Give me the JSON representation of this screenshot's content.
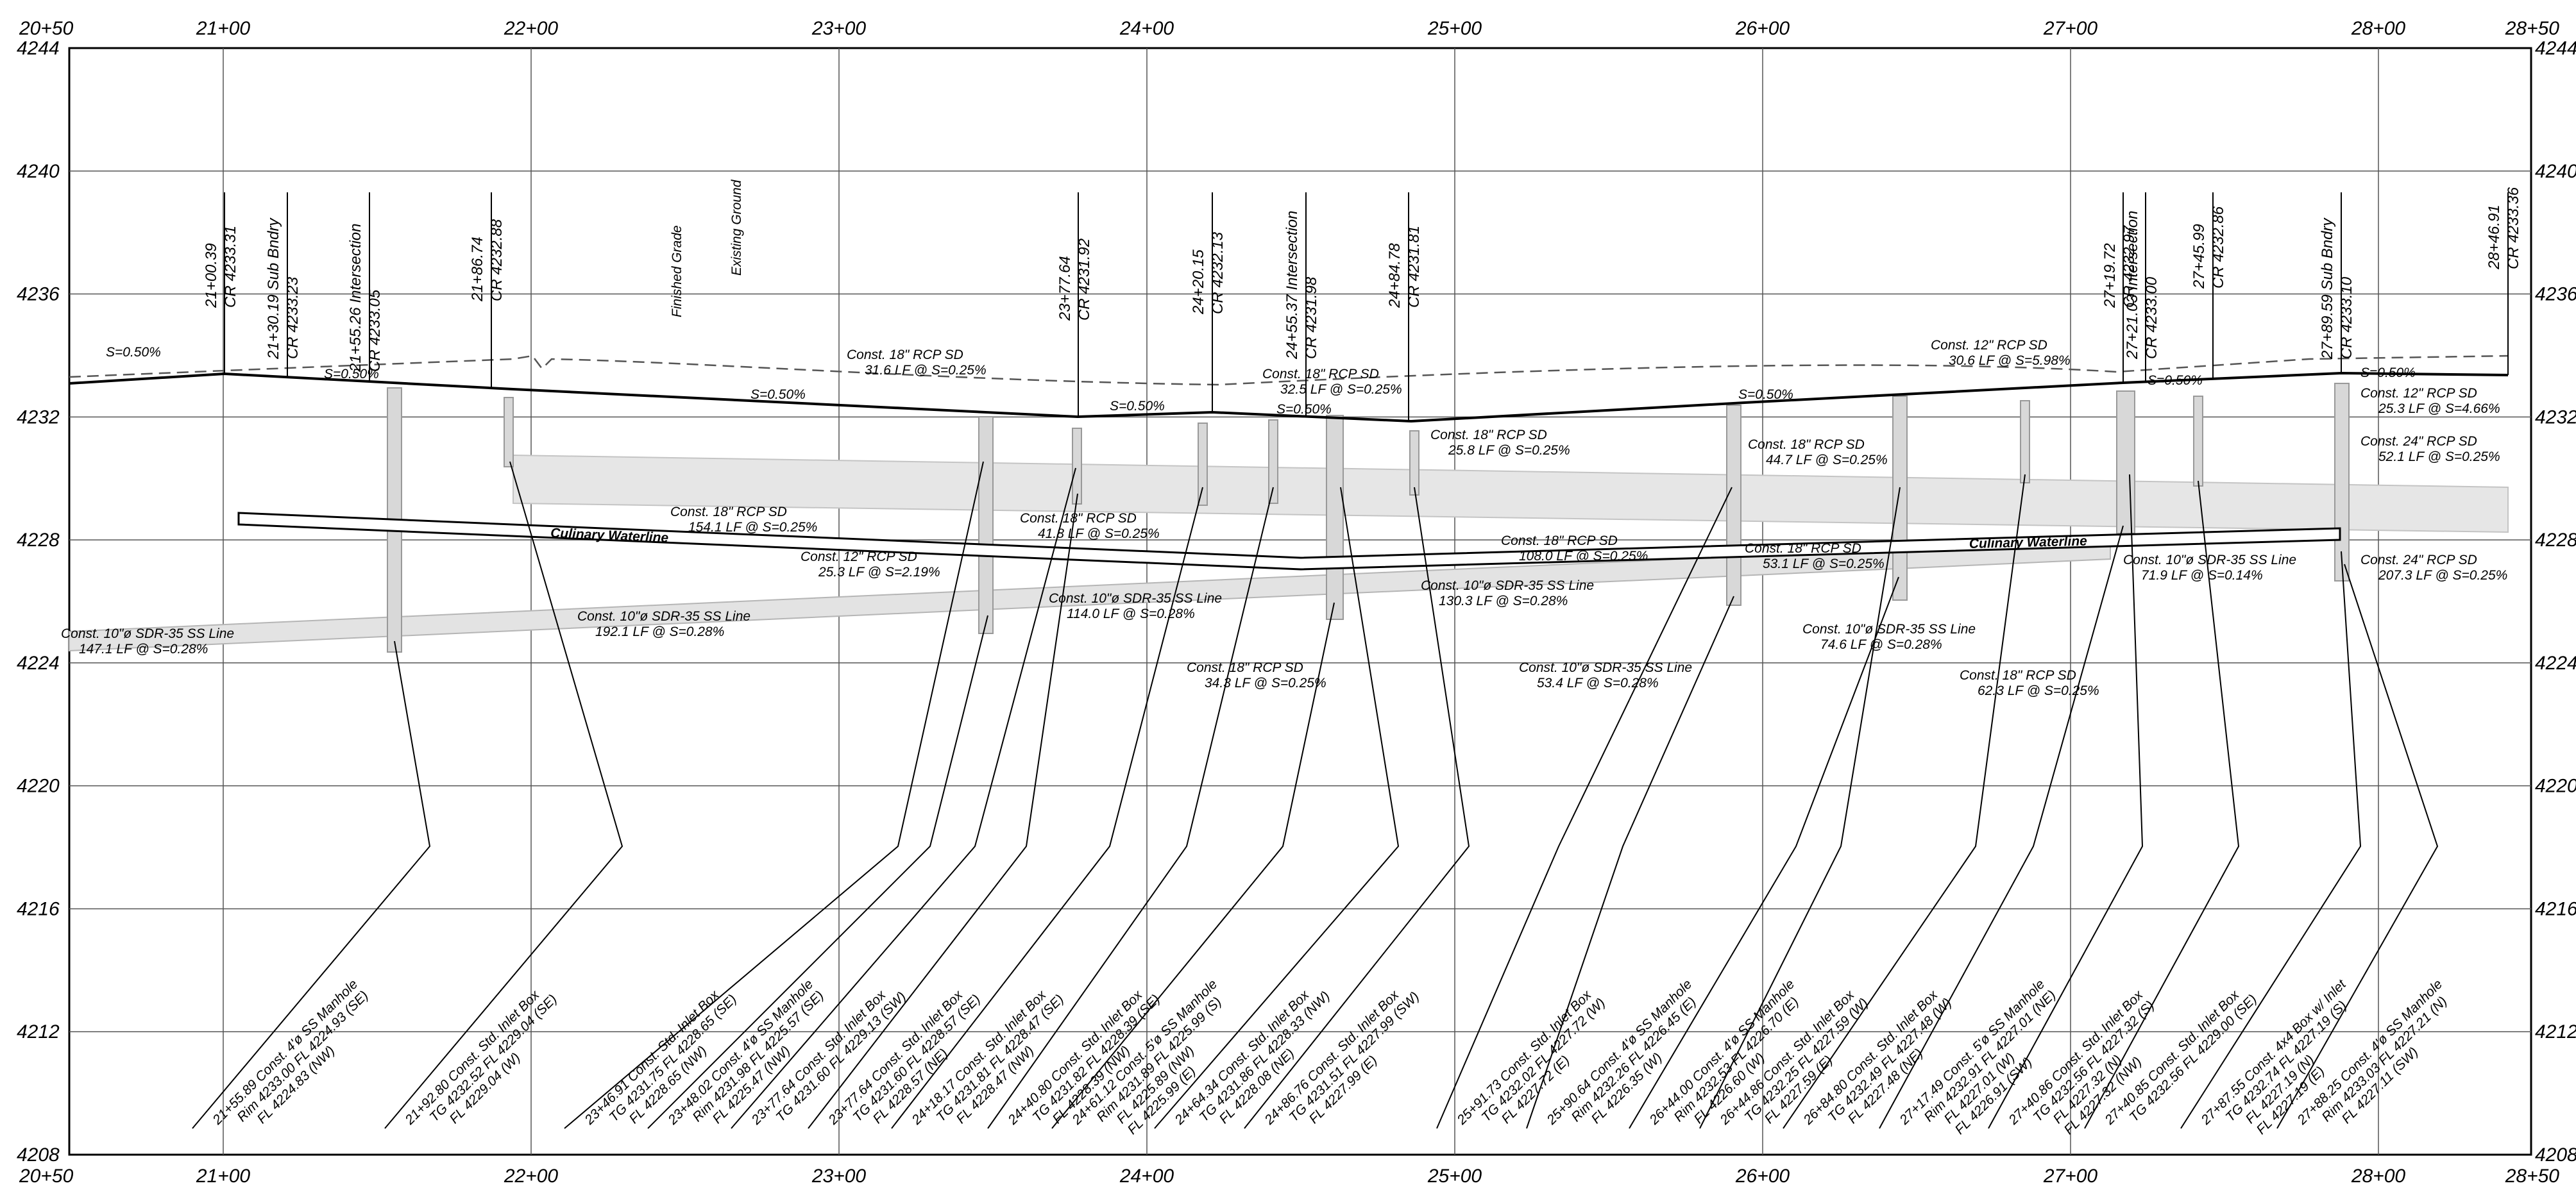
{
  "stations": [
    "20+50",
    "21+00",
    "22+00",
    "23+00",
    "24+00",
    "25+00",
    "26+00",
    "27+00",
    "28+00",
    "28+50"
  ],
  "elevations": [
    "4244",
    "4240",
    "4236",
    "4232",
    "4228",
    "4224",
    "4220",
    "4216",
    "4212",
    "4208"
  ],
  "right_elevations": [
    "4244",
    "4240",
    "4236",
    "4232",
    "4228",
    "4224",
    "4220",
    "4216",
    "4212",
    "4208"
  ],
  "surface_labels": {
    "finished_grade": "Finished Grade",
    "existing_ground": "Existing Ground"
  },
  "slopes": [
    "S=0.50%",
    "S=0.50%",
    "S=0.50%",
    "S=0.50%",
    "S=0.50%",
    "S=0.50%",
    "S=0.50%",
    "S=0.50%"
  ],
  "top_callouts": [
    {
      "id": "t1",
      "sta": "21+00.39",
      "text": "CR 4233.31"
    },
    {
      "id": "t2",
      "sta": "21+30.19 Sub Bndry",
      "text": "CR 4233.23"
    },
    {
      "id": "t3",
      "sta": "21+55.26 Intersection",
      "text": "CR 4233.05"
    },
    {
      "id": "t4",
      "sta": "21+86.74",
      "text": "CR 4232.88"
    },
    {
      "id": "t5",
      "sta": "23+77.64",
      "text": "CR 4231.92"
    },
    {
      "id": "t6",
      "sta": "24+20.15",
      "text": "CR 4232.13"
    },
    {
      "id": "t7",
      "sta": "24+55.37 Intersection",
      "text": "CR 4231.98"
    },
    {
      "id": "t8",
      "sta": "24+84.78",
      "text": "CR 4231.81"
    },
    {
      "id": "t9",
      "sta": "27+19.72",
      "text": "CR 4232.97"
    },
    {
      "id": "t10",
      "sta": "27+21.03 Intersection",
      "text": "CR 4233.00"
    },
    {
      "id": "t11",
      "sta": "27+45.99",
      "text": "CR 4232.86"
    },
    {
      "id": "t12",
      "sta": "27+89.59 Sub Bndry",
      "text": "CR 4233.10"
    },
    {
      "id": "t13",
      "sta": "28+46.91",
      "text": "CR 4233.36"
    }
  ],
  "pipe_labels": [
    {
      "id": "p1",
      "l1": "Const. 18\" RCP SD",
      "l2": "31.6 LF @ S=0.25%"
    },
    {
      "id": "p2",
      "l1": "Const. 18\" RCP SD",
      "l2": "32.5 LF @ S=0.25%"
    },
    {
      "id": "p3",
      "l1": "Const. 18\" RCP SD",
      "l2": "25.8 LF @ S=0.25%"
    },
    {
      "id": "p4",
      "l1": "Const. 12\" RCP SD",
      "l2": "30.6 LF @ S=5.98%"
    },
    {
      "id": "p5",
      "l1": "Const. 12\" RCP SD",
      "l2": "25.3 LF @ S=4.66%"
    },
    {
      "id": "p6",
      "l1": "Const. 24\" RCP SD",
      "l2": "52.1 LF @ S=0.25%"
    },
    {
      "id": "p7",
      "l1": "Const. 18\" RCP SD",
      "l2": "44.7 LF @ S=0.25%"
    },
    {
      "id": "p8",
      "l1": "Const. 18\" RCP SD",
      "l2": "154.1 LF @ S=0.25%"
    },
    {
      "id": "p9",
      "l1": "Const. 18\" RCP SD",
      "l2": "41.8 LF @ S=0.25%"
    },
    {
      "id": "p10",
      "l1": "Const. 12\" RCP SD",
      "l2": "25.3 LF @ S=2.19%"
    },
    {
      "id": "p11",
      "l1": "Const. 18\" RCP SD",
      "l2": "108.0 LF @ S=0.25%"
    },
    {
      "id": "p12",
      "l1": "Const. 18\" RCP SD",
      "l2": "53.1 LF @ S=0.25%"
    },
    {
      "id": "p13",
      "l1": "Const. 10\"ø SDR-35 SS Line",
      "l2": "71.9 LF @ S=0.14%"
    },
    {
      "id": "p14",
      "l1": "Const. 24\" RCP SD",
      "l2": "207.3 LF @ S=0.25%"
    },
    {
      "id": "p15",
      "l1": "Const. 10\"ø SDR-35 SS Line",
      "l2": "147.1 LF @ S=0.28%"
    },
    {
      "id": "p16",
      "l1": "Const. 10\"ø SDR-35 SS Line",
      "l2": "192.1 LF @ S=0.28%"
    },
    {
      "id": "p17",
      "l1": "Const. 10\"ø SDR-35 SS Line",
      "l2": "114.0 LF @ S=0.28%"
    },
    {
      "id": "p18",
      "l1": "Const. 10\"ø SDR-35 SS Line",
      "l2": "130.3 LF @ S=0.28%"
    },
    {
      "id": "p19",
      "l1": "Const. 10\"ø SDR-35 SS Line",
      "l2": "74.6 LF @ S=0.28%"
    },
    {
      "id": "p20",
      "l1": "Const. 18\" RCP SD",
      "l2": "34.3 LF @ S=0.25%"
    },
    {
      "id": "p21",
      "l1": "Const. 10\"ø SDR-35 SS Line",
      "l2": "53.4 LF @ S=0.28%"
    },
    {
      "id": "p22",
      "l1": "Const. 18\" RCP SD",
      "l2": "62.3 LF @ S=0.25%"
    }
  ],
  "waterline_label": "Culinary Waterline",
  "structures": [
    {
      "id": "s1",
      "lines": [
        "21+55.89 Const. 4'ø SS Manhole",
        "Rim 4233.00  FL 4224.93 (SE)",
        "FL 4224.83 (NW)"
      ]
    },
    {
      "id": "s2",
      "lines": [
        "21+92.80 Const. Std. Inlet Box",
        "TG 4232.52  FL 4229.04 (SE)",
        "FL 4229.04 (W)"
      ]
    },
    {
      "id": "s3",
      "lines": [
        "23+46.91 Const. Std. Inlet Box",
        "TG 4231.75  FL 4228.65 (SE)",
        "FL 4228.65 (NW)"
      ]
    },
    {
      "id": "s4",
      "lines": [
        "23+48.02 Const. 4'ø SS Manhole",
        "Rim 4231.98  FL 4225.57 (SE)",
        "FL 4225.47 (NW)"
      ]
    },
    {
      "id": "s5",
      "lines": [
        "23+77.64 Const. Std. Inlet Box",
        "TG 4231.60  FL 4229.13 (SW)"
      ]
    },
    {
      "id": "s6",
      "lines": [
        "23+77.64 Const. Std. Inlet Box",
        "TG 4231.60  FL 4228.57 (SE)",
        "FL 4228.57 (NE)"
      ]
    },
    {
      "id": "s7",
      "lines": [
        "24+18.17 Const. Std. Inlet Box",
        "TG 4231.81  FL 4228.47 (SE)",
        "FL 4228.47 (NW)"
      ]
    },
    {
      "id": "s8",
      "lines": [
        "24+40.80 Const. Std. Inlet Box",
        "TG 4231.82  FL 4228.39 (SE)",
        "FL 4228.39 (NW)"
      ]
    },
    {
      "id": "s9",
      "lines": [
        "24+61.12 Const. 5'ø SS Manhole",
        "Rim 4231.89  FL 4225.99 (S)",
        "FL 4225.89 (NW)",
        "FL 4225.99 (E)"
      ]
    },
    {
      "id": "s10",
      "lines": [
        "24+64.34 Const. Std. Inlet Box",
        "TG 4231.86  FL 4228.33 (NW)",
        "FL 4228.08 (NE)"
      ]
    },
    {
      "id": "s11",
      "lines": [
        "24+86.76 Const. Std. Inlet Box",
        "TG 4231.51  FL 4227.99 (SW)",
        "FL 4227.99 (E)"
      ]
    },
    {
      "id": "s12",
      "lines": [
        "25+91.73 Const. Std. Inlet Box",
        "TG 4232.02  FL 4227.72 (W)",
        "FL 4227.72 (E)"
      ]
    },
    {
      "id": "s13",
      "lines": [
        "25+90.64 Const. 4'ø SS Manhole",
        "Rim 4232.26  FL 4226.45 (E)",
        "FL 4226.35 (W)"
      ]
    },
    {
      "id": "s14",
      "lines": [
        "26+44.00 Const. 4'ø SS Manhole",
        "Rim 4232.53  FL 4226.70 (E)",
        "FL 4226.60 (W)"
      ]
    },
    {
      "id": "s15",
      "lines": [
        "26+44.86 Const. Std. Inlet Box",
        "TG 4232.25  FL 4227.59 (W)",
        "FL 4227.59 (E)"
      ]
    },
    {
      "id": "s16",
      "lines": [
        "26+84.80 Const. Std. Inlet Box",
        "TG 4232.49  FL 4227.48 (W)",
        "FL 4227.48 (NE)"
      ]
    },
    {
      "id": "s17",
      "lines": [
        "27+17.49 Const. 5'ø SS Manhole",
        "Rim 4232.91  FL 4227.01 (NE)",
        "FL 4227.01 (W)",
        "FL 4226.91 (SW)"
      ]
    },
    {
      "id": "s18",
      "lines": [
        "27+40.86 Const. Std. Inlet Box",
        "TG 4232.56  FL 4227.32 (S)",
        "FL 4227.32 (N)",
        "FL 4227.32 (NW)"
      ]
    },
    {
      "id": "s19",
      "lines": [
        "27+40.85 Const. Std. Inlet Box",
        "TG 4232.56  FL 4229.00 (SE)"
      ]
    },
    {
      "id": "s20",
      "lines": [
        "27+87.55 Const. 4x4 Box w/ Inlet",
        "TG 4232.74  FL 4227.19 (S)",
        "FL 4227.19 (N)",
        "FL 4227.19 (E)"
      ]
    },
    {
      "id": "s21",
      "lines": [
        "27+88.25 Const. 4'ø SS Manhole",
        "Rim 4233.03  FL 4227.21 (N)",
        "FL 4227.11 (SW)"
      ]
    }
  ]
}
